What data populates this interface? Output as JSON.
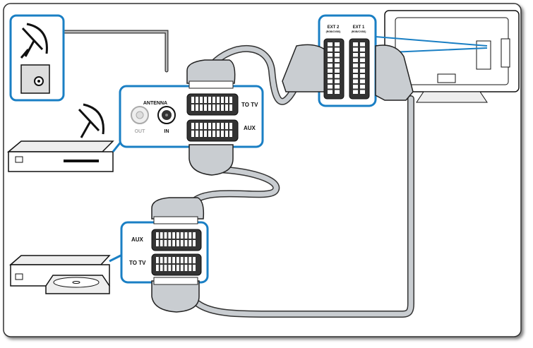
{
  "colors": {
    "frame_blue": "#1a7fc4",
    "cable": "#c9cdd1",
    "outline": "#222222"
  },
  "receiver_panel": {
    "antenna_label": "ANTENNA",
    "out_label": "OUT",
    "in_label": "IN",
    "to_tv_label": "TO TV",
    "aux_label": "AUX"
  },
  "dvd_panel": {
    "aux_label": "AUX",
    "to_tv_label": "TO TV"
  },
  "tv_panel": {
    "ext2_label": "EXT 2",
    "ext2_sub": "(RGB/CVBS)",
    "ext1_label": "EXT 1",
    "ext1_sub": "(RGB/CVBS)"
  },
  "icons": [
    "satellite-dish-icon",
    "antenna-wall-socket-icon",
    "satellite-receiver-icon",
    "dvd-recorder-icon",
    "tv-back-icon",
    "scart-connector-icon"
  ]
}
